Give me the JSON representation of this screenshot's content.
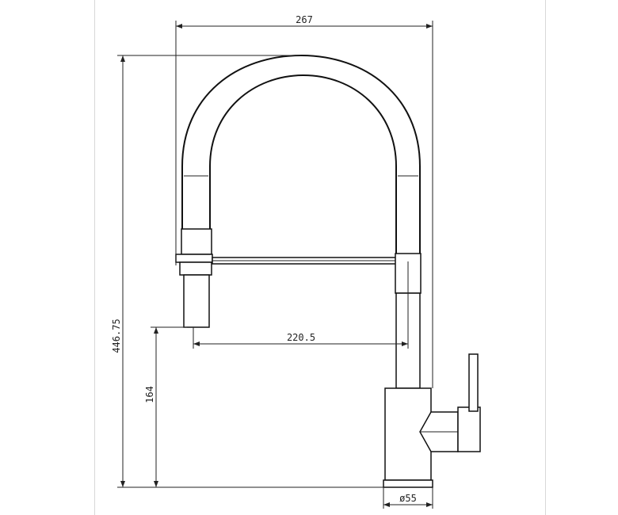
{
  "dimensions": {
    "overall_width": "267",
    "overall_height": "446.75",
    "spout_reach": "220.5",
    "spout_height": "164",
    "base_diameter": "ø55"
  }
}
